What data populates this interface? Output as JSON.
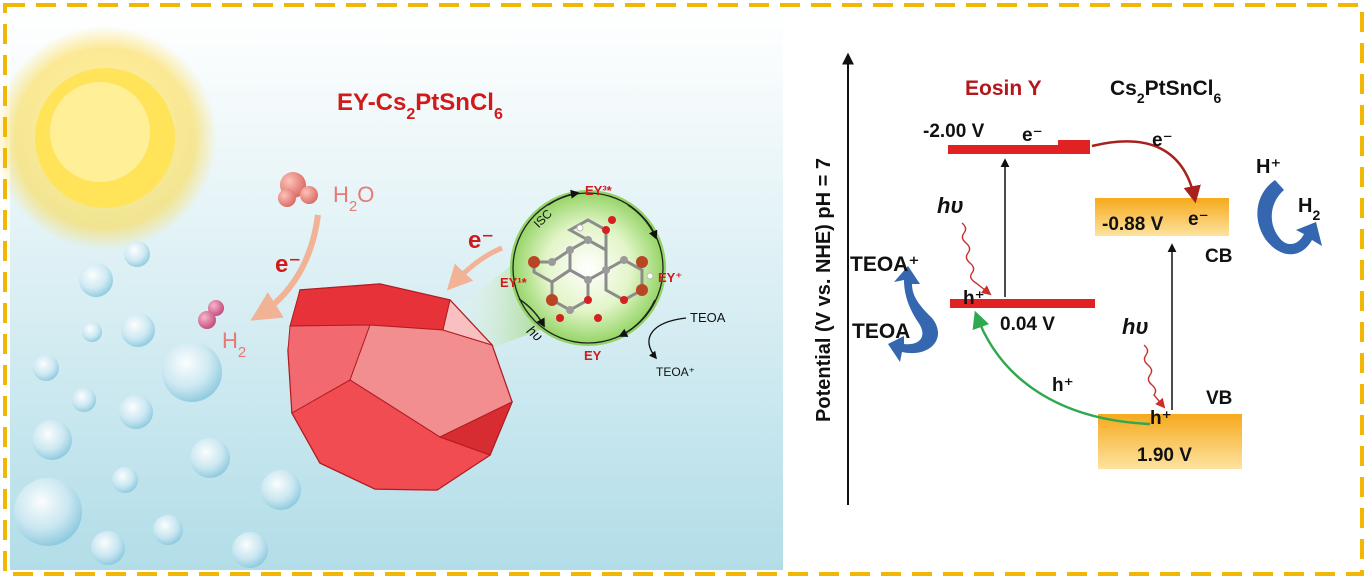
{
  "colors": {
    "frame_dash": "#f2b705",
    "title_red": "#d11a1a",
    "water_pink": "#e67a74",
    "level_red": "#e02222",
    "level_orange": "#f7b52b",
    "arrow_blue": "#3566b0",
    "arrow_green": "#2fa84f",
    "arrow_darkred": "#a8211c",
    "sky_top": "#ffffff",
    "sky_bottom": "#b9e2ec"
  },
  "left_panel": {
    "title": {
      "main": "EY-Cs",
      "sub1": "2",
      "mid": "PtSnCl",
      "sub2": "6"
    },
    "h2o": {
      "main": "H",
      "sub": "2",
      "tail": "O"
    },
    "h2": {
      "main": "H",
      "sub": "2"
    },
    "electron_left": "e⁻",
    "electron_right": "e⁻",
    "cycle": {
      "ey3": "EY³*",
      "ey_plus": "EY⁺",
      "ey": "EY",
      "ey1": "EY¹*",
      "isc": "ISC",
      "hv": "hυ",
      "teoa": "TEOA",
      "teoa_plus": "TEOA⁺"
    },
    "icons": [
      "sun-icon",
      "water-molecule-icon",
      "hydrogen-molecule-icon",
      "crystal-icon",
      "eosin-molecule-icon",
      "bubble-icon"
    ]
  },
  "right_panel": {
    "axis_label": "Potential (V vs. NHE) pH = 7",
    "eosin_title": "Eosin Y",
    "cs_title": {
      "main": "Cs",
      "sub1": "2",
      "mid": "PtSnCl",
      "sub2": "6"
    },
    "levels": {
      "eosin_top": "-2.00 V",
      "eosin_bottom": "0.04 V",
      "cb": "-0.88 V",
      "vb": "1.90 V"
    },
    "band_labels": {
      "cb": "CB",
      "vb": "VB"
    },
    "electron": "e⁻",
    "hole": "h⁺",
    "hv": "hυ",
    "teoa": "TEOA",
    "teoa_plus": "TEOA⁺",
    "h_plus": "H⁺",
    "h2": {
      "main": "H",
      "sub": "2"
    }
  }
}
